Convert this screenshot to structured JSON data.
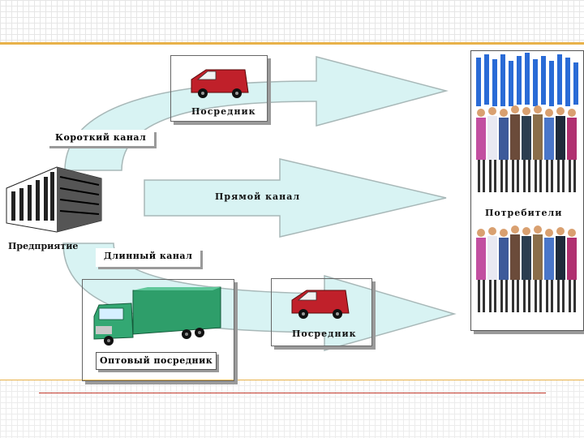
{
  "labels": {
    "intermediary_top": "Посредник",
    "short_channel": "Короткий канал",
    "direct_channel": "Прямой канал",
    "enterprise": "Предприятие",
    "long_channel": "Длинный канал",
    "consumers": "Потребители",
    "intermediary_bottom": "Посредник",
    "wholesale_intermediary": "Оптовый посредник"
  },
  "colors": {
    "arrow_fill": "#d8f3f3",
    "arrow_stroke": "#a8b8b8",
    "van": "#c0202a",
    "truck": "#2e9e6a",
    "rule": "#c0392b"
  }
}
